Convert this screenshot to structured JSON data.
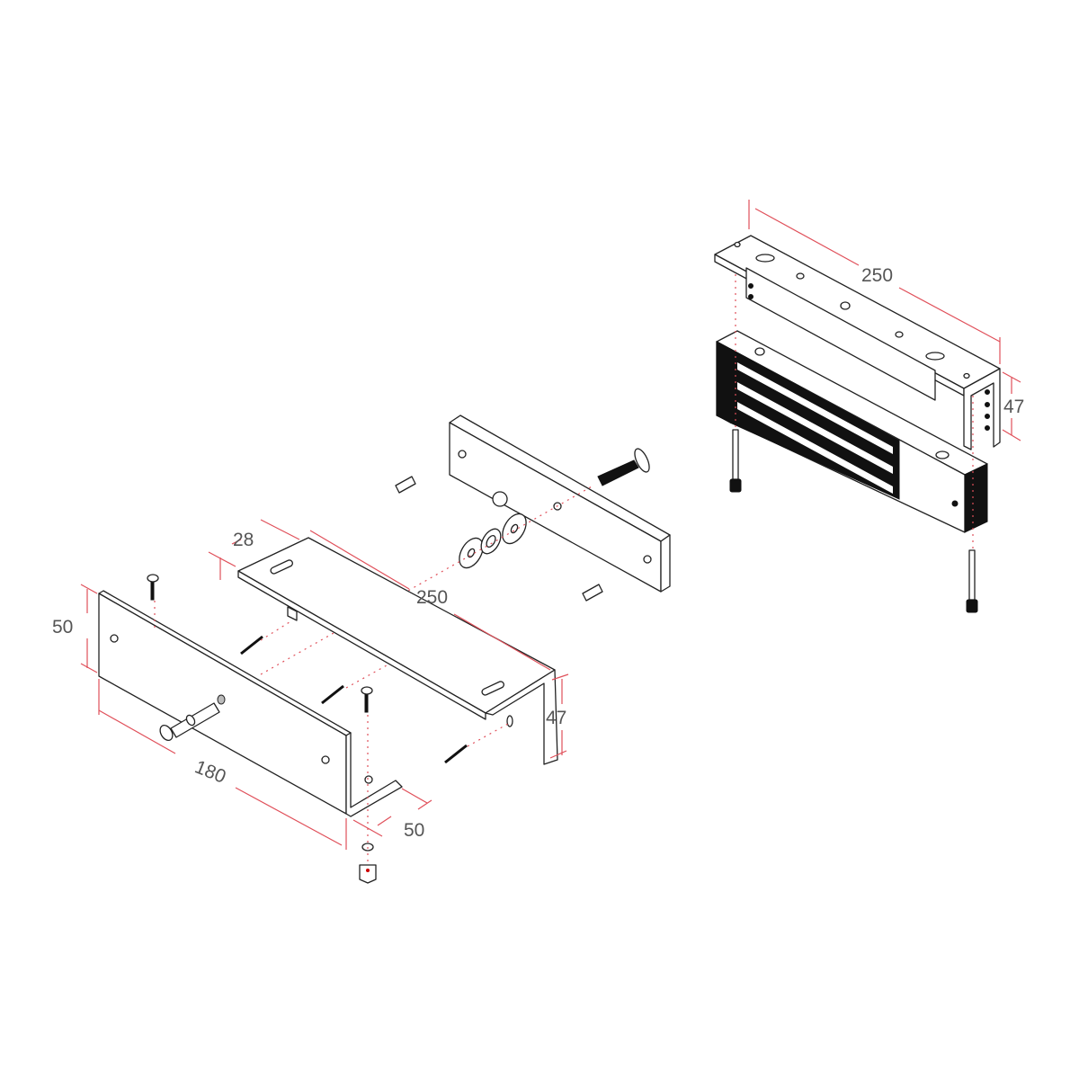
{
  "diagram": {
    "colors": {
      "outline": "#222222",
      "dimension_line": "#e0505a",
      "dimension_text": "#555555"
    },
    "magnet_assembly": {
      "length_label": "250",
      "height_label": "47"
    },
    "z_bracket": {
      "width_label": "28",
      "length_label": "250",
      "height_label": "47"
    },
    "l_bracket": {
      "height_label": "50",
      "length_label": "180",
      "foot_label": "50"
    }
  }
}
